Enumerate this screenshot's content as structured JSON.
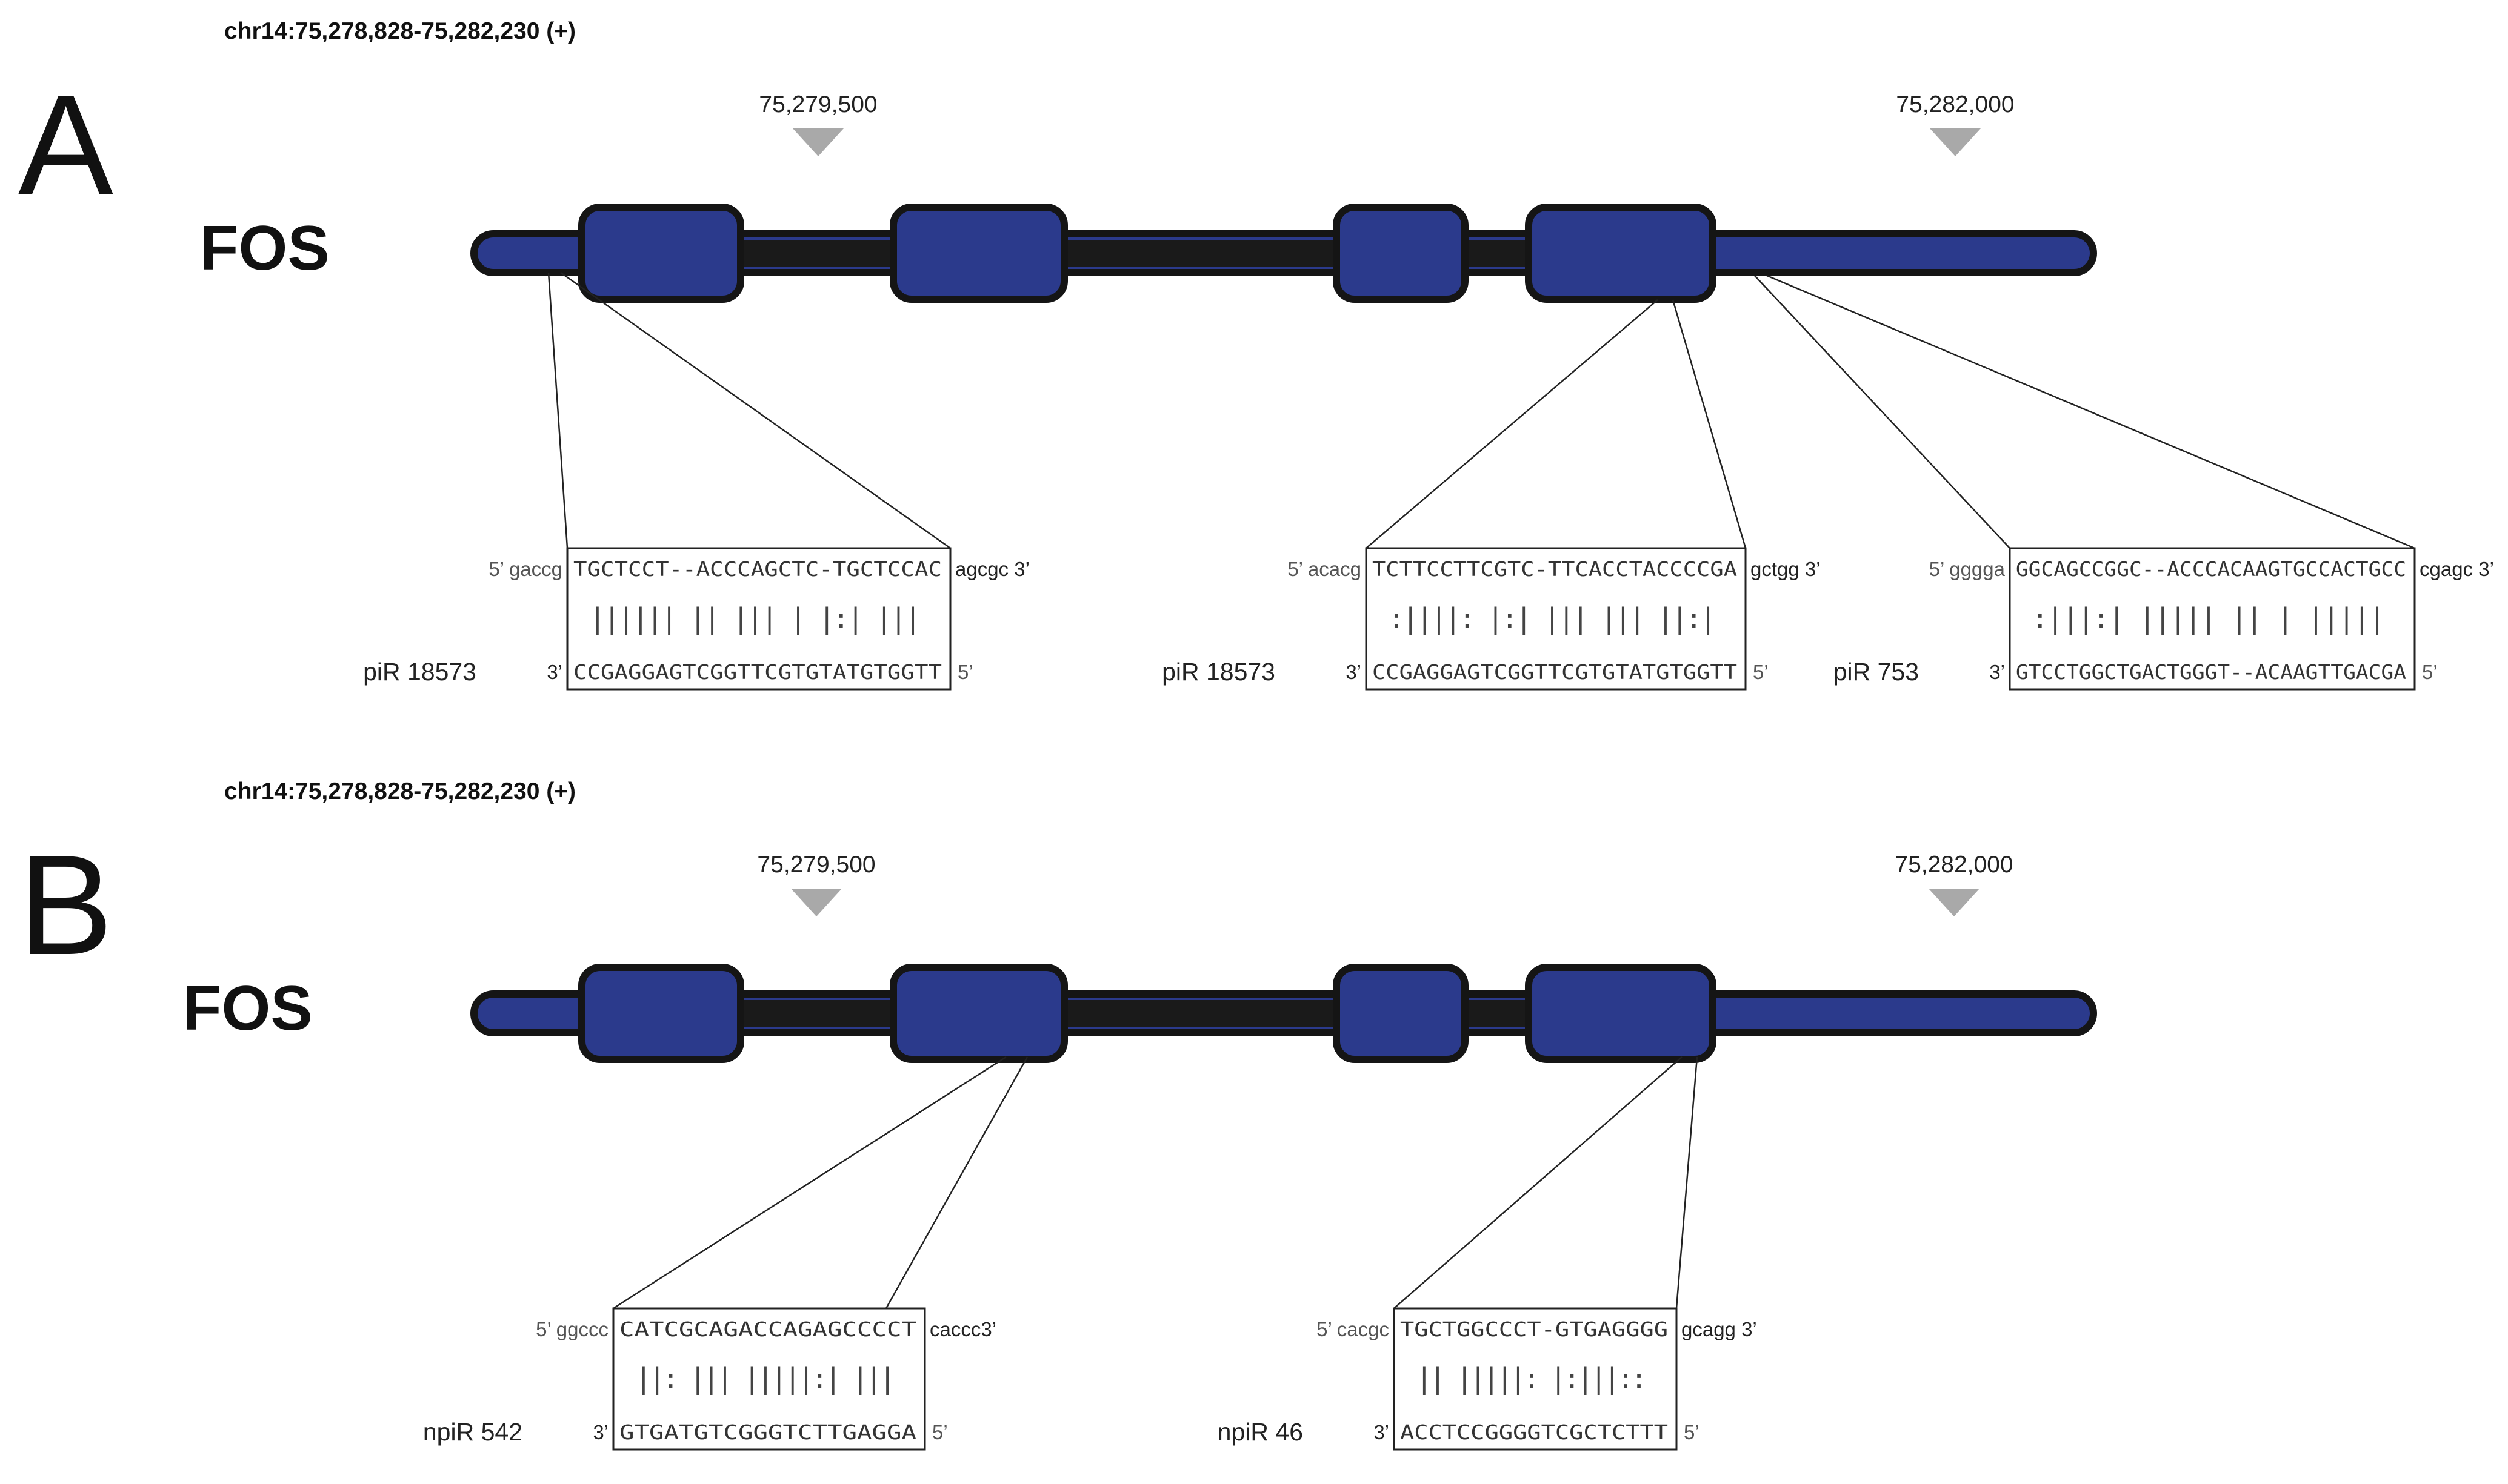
{
  "colors": {
    "exon": "#2b3a8c",
    "intron": "#1a1a1a",
    "outline": "#151515",
    "marker": "#a9a9a9"
  },
  "panels": [
    {
      "letter": "A",
      "coordinates": "chr14:75,278,828-75,282,230 (+)",
      "gene": "FOS",
      "markers": [
        "75,279,500",
        "75,282,000"
      ],
      "alignments": [
        {
          "flank5": "5’ gaccg",
          "target": "TGCTCCT--ACCCAGCTC-TGCTCCAC",
          "flank3": "agcgc 3’",
          "match": "||||||  || ||| | |:| |||",
          "name": "piR 18573",
          "end3": "3’",
          "query": "CCGAGGAGTCGGTTCGTGTATGTGGTT",
          "end5": "5’"
        },
        {
          "flank5": "5’ acacg",
          "target": "TCTTCCTTCGTC-TTCACCTACCCCGA",
          "flank3": "gctgg 3’",
          "match": ":||||: |:|  ||| ||| ||:|",
          "name": "piR 18573",
          "end3": "3’",
          "query": "CCGAGGAGTCGGTTCGTGTATGTGGTT",
          "end5": "5’"
        },
        {
          "flank5": "5’ gggga",
          "target": "GGCAGCCGGC--ACCCACAAGTGCCACTGCC",
          "flank3": "cgagc 3’",
          "match": ":|||:|  |||||  || | |||||",
          "name": "piR 753",
          "end3": "3’",
          "query": "GTCCTGGCTGACTGGGT--ACAAGTTGACGA",
          "end5": "5’"
        }
      ]
    },
    {
      "letter": "B",
      "coordinates": "chr14:75,278,828-75,282,230 (+)",
      "gene": "FOS",
      "markers": [
        "75,279,500",
        "75,282,000"
      ],
      "alignments": [
        {
          "flank5": "5’ ggccc",
          "target": "CATCGCAGACCAGAGCCCCT",
          "flank3": "caccc3’",
          "match": "||:  ||| |||||:| |||",
          "name": "npiR 542",
          "end3": "3’",
          "query": "GTGATGTCGGGTCTTGAGGA",
          "end5": "5’"
        },
        {
          "flank5": "5’ cacgc",
          "target": "TGCTGGCCCT-GTGAGGGG",
          "flank3": "gcagg 3’",
          "match": "||  |||||: |:|||::",
          "name": "npiR 46",
          "end3": "3’",
          "query": "ACCTCCGGGGTCGCTCTTT",
          "end5": "5’"
        }
      ]
    }
  ]
}
